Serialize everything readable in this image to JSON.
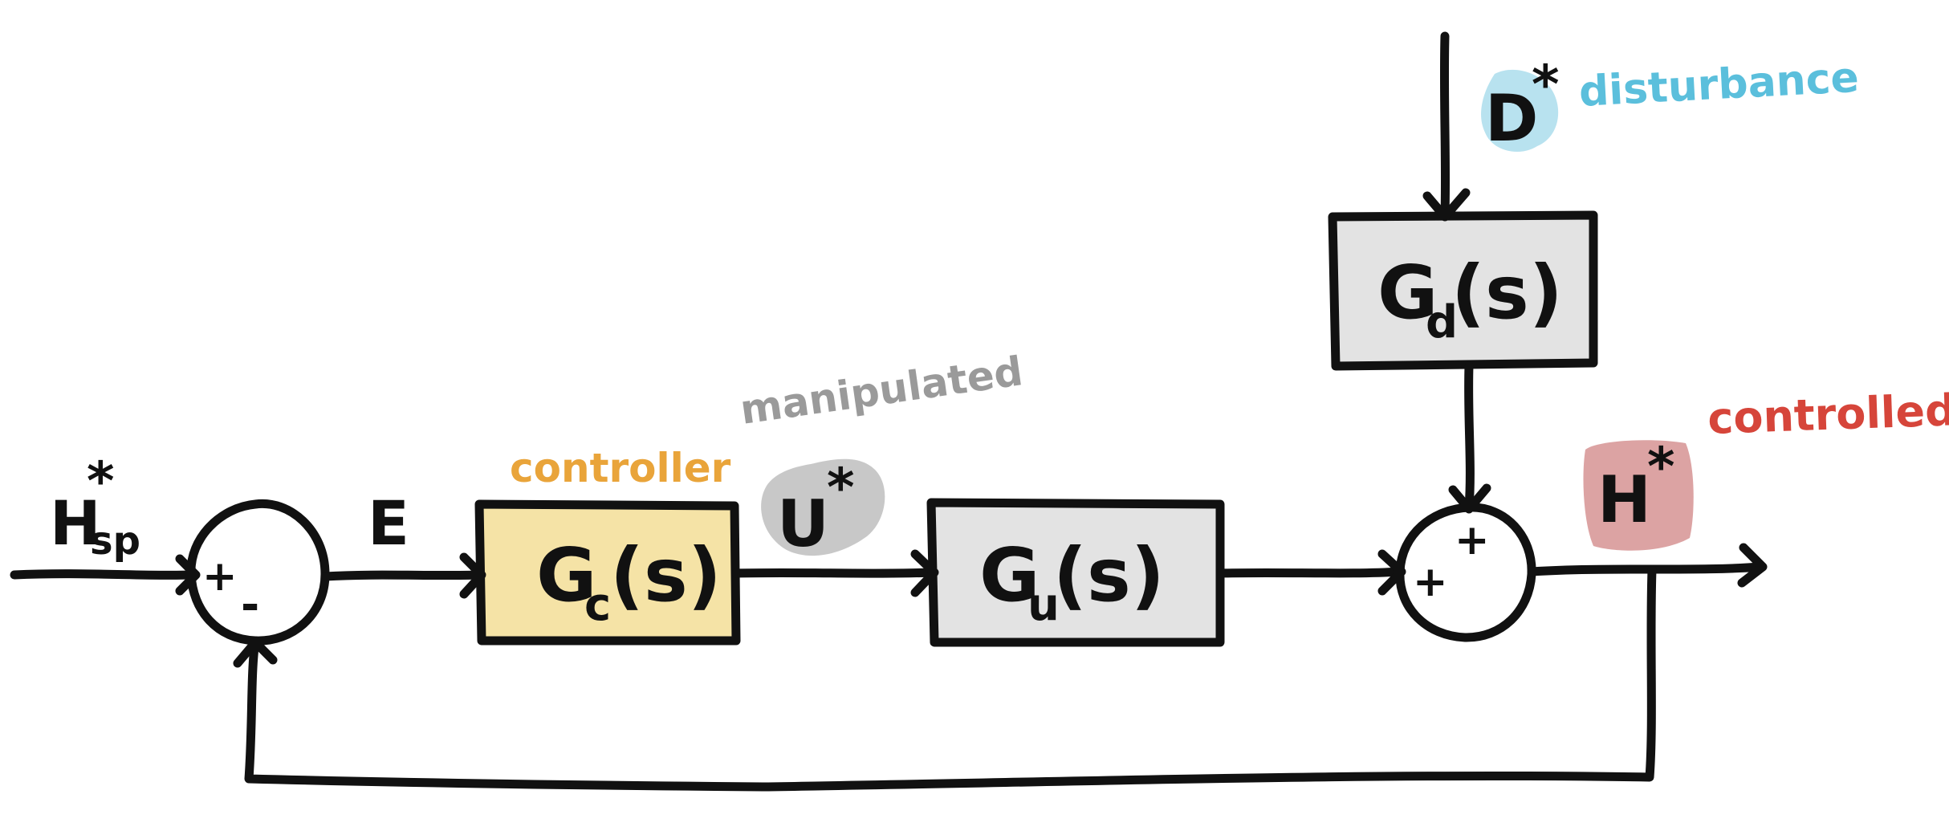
{
  "colors": {
    "ink": "#111111",
    "controller": "#f5e3a6",
    "controller_label": "#e9a43a",
    "plant": "#e3e3e3",
    "manipulated_label": "#9a9a9a",
    "manipulated_blob": "#c8c8c8",
    "disturbance_label": "#5bbfdc",
    "disturbance_blob": "#b8e2ef",
    "controlled_label": "#d6453a",
    "controlled_blob": "#dca3a3"
  },
  "labels": {
    "setpoint": "H",
    "setpoint_sub": "sp",
    "setpoint_star": "*",
    "error": "E",
    "controller_word": "controller",
    "manipulated_word": "manipulated",
    "u_signal": "U",
    "u_star": "*",
    "disturbance_word": "disturbance",
    "d_signal": "D",
    "d_star": "*",
    "controlled_word": "controlled",
    "h_output": "H",
    "h_star": "*"
  },
  "blocks": {
    "controller": {
      "G": "G",
      "sub": "c",
      "arg": "(s)"
    },
    "plant": {
      "G": "G",
      "sub": "u",
      "arg": "(s)"
    },
    "disturbance": {
      "G": "G",
      "sub": "d",
      "arg": "(s)"
    }
  },
  "summer1": {
    "plus": "+",
    "minus": "-"
  },
  "summer2": {
    "plus_top": "+",
    "plus_left": "+"
  }
}
